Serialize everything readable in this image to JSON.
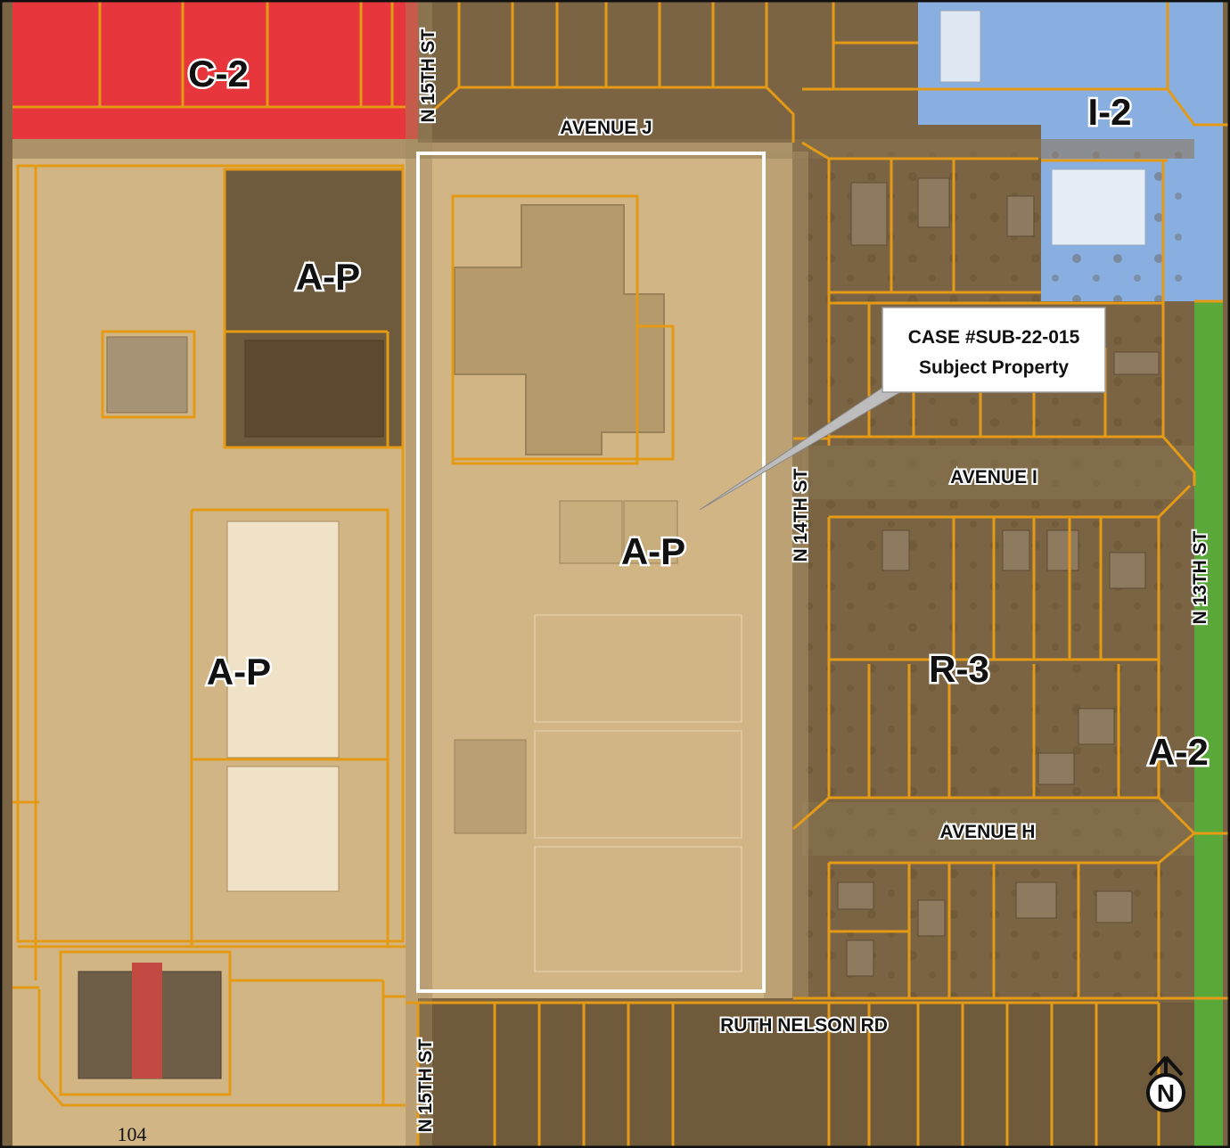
{
  "map": {
    "zones": [
      {
        "id": "c2",
        "label": "C-2",
        "color": "#e8373c"
      },
      {
        "id": "i2",
        "label": "I-2",
        "color": "#89aee0"
      },
      {
        "id": "ap-north",
        "label": "A-P",
        "color": "#d7b989"
      },
      {
        "id": "ap-west",
        "label": "A-P",
        "color": "#d7b989"
      },
      {
        "id": "ap-subject",
        "label": "A-P",
        "color": "#d7b989"
      },
      {
        "id": "r3",
        "label": "R-3",
        "color": "#6b5535"
      },
      {
        "id": "a2",
        "label": "A-2",
        "color": "#6b5535"
      },
      {
        "id": "green-strip",
        "color": "#5aa83a"
      }
    ],
    "streets": {
      "avenue_j": "AVENUE J",
      "avenue_i": "AVENUE I",
      "avenue_h": "AVENUE H",
      "ruth_nelson": "RUTH NELSON RD",
      "n15th_top": "N 15TH ST",
      "n15th_bottom": "N 15TH ST",
      "n14th": "N 14TH ST",
      "n13th": "N 13TH ST"
    },
    "callout": {
      "line1": "CASE #SUB-22-015",
      "line2": "Subject Property"
    },
    "parcel_line_color": "#e59a16",
    "subject_outline_color": "#ffffff",
    "north_arrow": {
      "icon": "north-arrow-icon",
      "letter": "N"
    },
    "page_number": "104"
  }
}
